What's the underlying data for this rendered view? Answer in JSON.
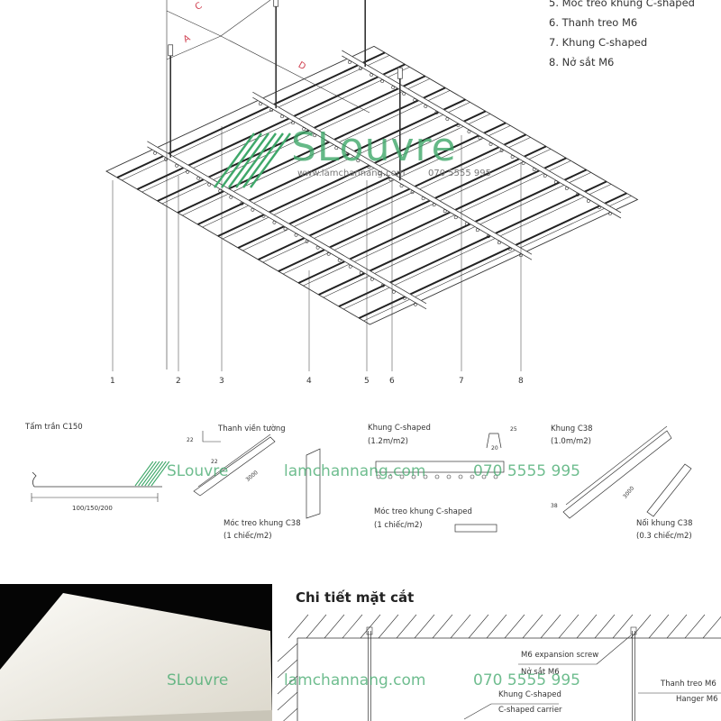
{
  "legend": {
    "items": [
      "5. Móc treo khung C-shaped",
      "6. Thanh treo M6",
      "7. Khung C-shaped",
      "8. Nở sắt M6"
    ]
  },
  "dimension_letters": [
    "C",
    "A",
    "D"
  ],
  "part_numbers": [
    "1",
    "2",
    "3",
    "4",
    "5",
    "6",
    "7",
    "8"
  ],
  "components": {
    "panel": {
      "name": "Tấm trần C150",
      "dimension": "100/150/200"
    },
    "wall_trim": {
      "name": "Thanh viền tường",
      "dim_a": "22",
      "dim_b": "22",
      "length": "3000"
    },
    "c38_hanger": {
      "name": "Móc treo khung C38",
      "qty": "(1 chiếc/m2)"
    },
    "c_carrier": {
      "name": "Khung C-shaped",
      "qty": "(1.2m/m2)",
      "height": "25",
      "width": "20"
    },
    "c_carrier_hanger": {
      "name": "Móc treo khung C-shaped",
      "qty": "(1 chiếc/m2)"
    },
    "c38_frame": {
      "name": "Khung C38",
      "qty": "(1.0m/m2)",
      "height": "38",
      "length": "3000"
    },
    "c38_joint": {
      "name": "Nối khung C38",
      "qty": "(0.3 chiếc/m2)"
    }
  },
  "section": {
    "title": "Chi tiết mặt cắt",
    "labels": {
      "screw_en": "M6 expansion screw",
      "screw_vi": "Nở sắt M6",
      "hanger_vi": "Thanh treo M6",
      "hanger_en": "Hanger M6",
      "carrier_vi": "Khung C-shaped",
      "carrier_en": "C-shaped carrier"
    }
  },
  "watermark": {
    "brand": "SLouvre",
    "site_small": "www.lamchannang.com",
    "phone_small": "070 5555 995",
    "site": "lamchannang.com",
    "phone": "070 5555 995"
  },
  "colors": {
    "watermark": "#3fa86a",
    "dim_letters": "#d04050",
    "line": "#333333"
  }
}
